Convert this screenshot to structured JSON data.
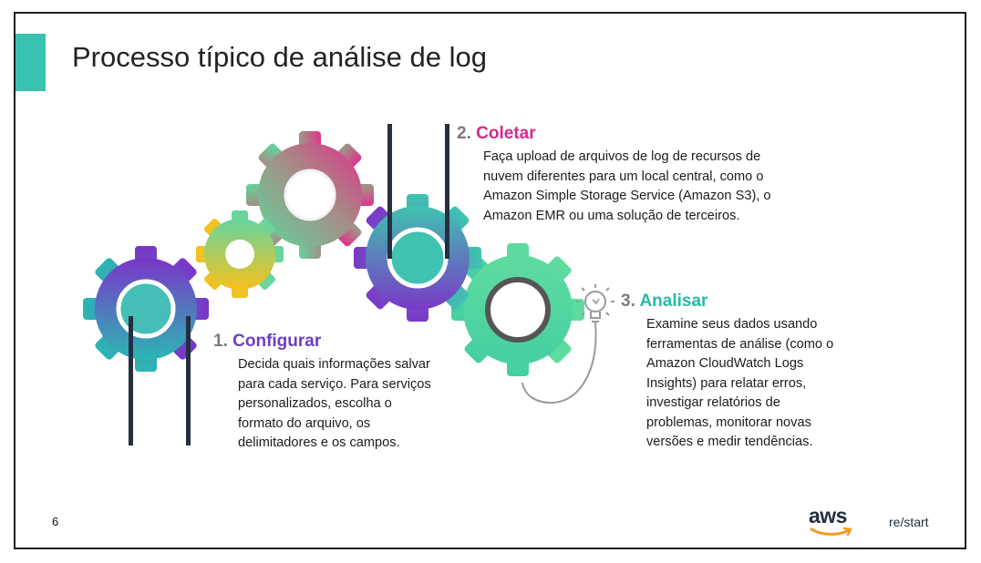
{
  "slide": {
    "title": "Processo típico de análise de log",
    "page_number": "6"
  },
  "steps": [
    {
      "number": "1.",
      "title": "Configurar",
      "color": "#6f3fc1",
      "lines": [
        "Decida quais informações salvar",
        "para cada serviço. Para serviços",
        "personalizados, escolha o",
        "formato do arquivo, os",
        "delimitadores e os campos."
      ]
    },
    {
      "number": "2.",
      "title": "Coletar",
      "color": "#d42b8a",
      "lines": [
        "Faça upload de arquivos de log de recursos de",
        "nuvem diferentes para um local central, como o",
        "Amazon Simple Storage Service (Amazon S3), o",
        "Amazon EMR ou uma solução de terceiros."
      ]
    },
    {
      "number": "3.",
      "title": "Analisar",
      "color": "#2cb9a6",
      "lines": [
        "Examine seus dados usando",
        "ferramentas de análise (como o",
        "Amazon CloudWatch Logs",
        "Insights) para relatar erros,",
        "investigar relatórios de",
        "problemas, monitorar novas",
        "versões e medir tendências."
      ]
    }
  ],
  "icons": {
    "gear": "gear-icon",
    "bulb": "lightbulb-icon"
  },
  "brand": {
    "logo_text": "aws",
    "product": "re/start",
    "accent_color": "#38c2b0",
    "smile_color": "#f39b1e"
  }
}
